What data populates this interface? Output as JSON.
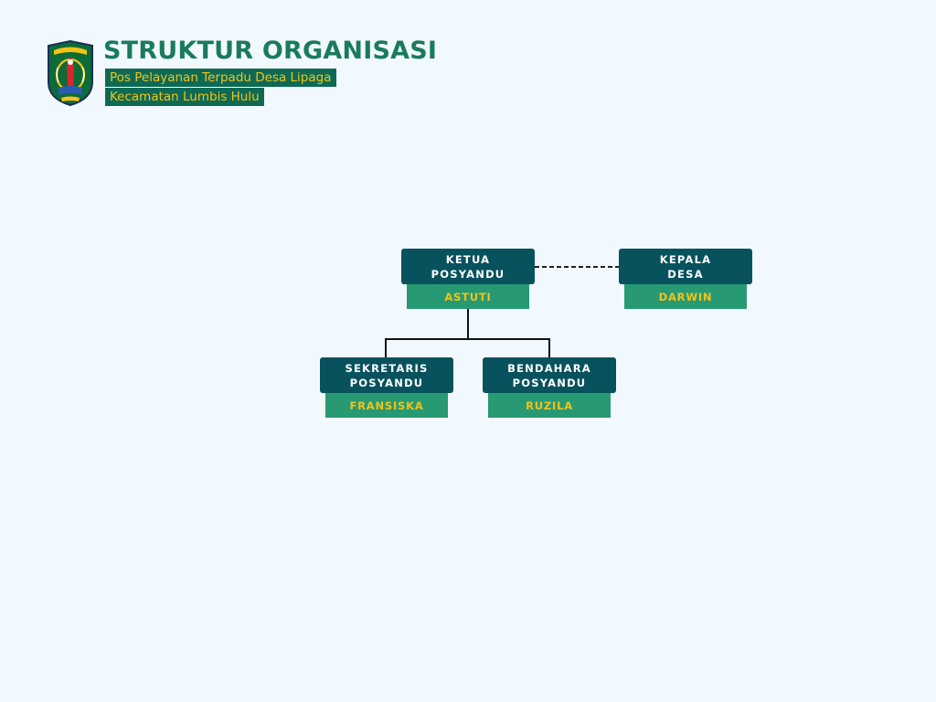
{
  "header": {
    "title": "STRUKTUR ORGANISASI",
    "subtitle_line1": "Pos Pelayanan Terpadu Desa Lipaga",
    "subtitle_line2": "Kecamatan Lumbis Hulu"
  },
  "org_chart": {
    "ketua": {
      "role_line1": "KETUA",
      "role_line2": "POSYANDU",
      "name": "ASTUTI"
    },
    "kepala_desa": {
      "role_line1": "KEPALA",
      "role_line2": "DESA",
      "name": "DARWIN"
    },
    "sekretaris": {
      "role_line1": "SEKRETARIS",
      "role_line2": "POSYANDU",
      "name": "FRANSISKA"
    },
    "bendahara": {
      "role_line1": "BENDAHARA",
      "role_line2": "POSYANDU",
      "name": "RUZILA"
    }
  },
  "colors": {
    "background": "#f2f9fe",
    "title": "#1a7a5e",
    "role_box": "#08525e",
    "name_box": "#289a73",
    "name_text": "#f2c318"
  }
}
